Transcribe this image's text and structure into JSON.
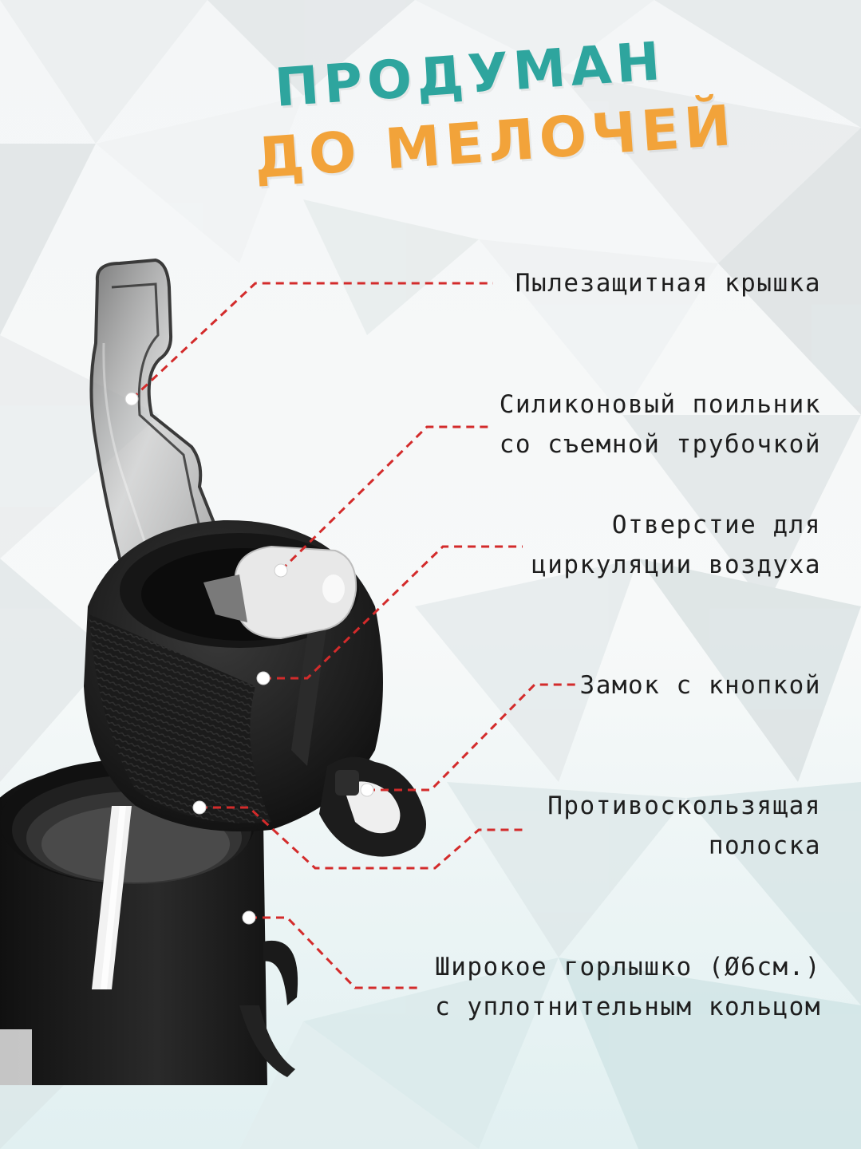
{
  "headline": {
    "line1": "ПРОДУМАН",
    "line2": "ДО МЕЛОЧЕЙ",
    "line1_color": "#2ea59e",
    "line2_color": "#f2a33a"
  },
  "callouts": [
    {
      "id": "dust-cover",
      "lines": [
        "Пылезащитная крышка"
      ]
    },
    {
      "id": "silicone-spout",
      "lines": [
        "Силиконовый поильник",
        "со съемной трубочкой"
      ]
    },
    {
      "id": "air-vent",
      "lines": [
        "Отверстие для",
        "циркуляции воздуха"
      ]
    },
    {
      "id": "button-lock",
      "lines": [
        "Замок с кнопкой"
      ]
    },
    {
      "id": "anti-slip-strip",
      "lines": [
        "Противоскользящая",
        "полоска"
      ]
    },
    {
      "id": "wide-neck",
      "lines": [
        "Широкое горлышко (Ø6см.)",
        "с уплотнительным кольцом"
      ]
    }
  ],
  "colors": {
    "leader_line": "#d32b2b",
    "callout_text": "#1e1e1e",
    "bottle_body": "#1c1c1c"
  },
  "icons": {
    "product": "water-bottle-open-lid-illustration"
  }
}
